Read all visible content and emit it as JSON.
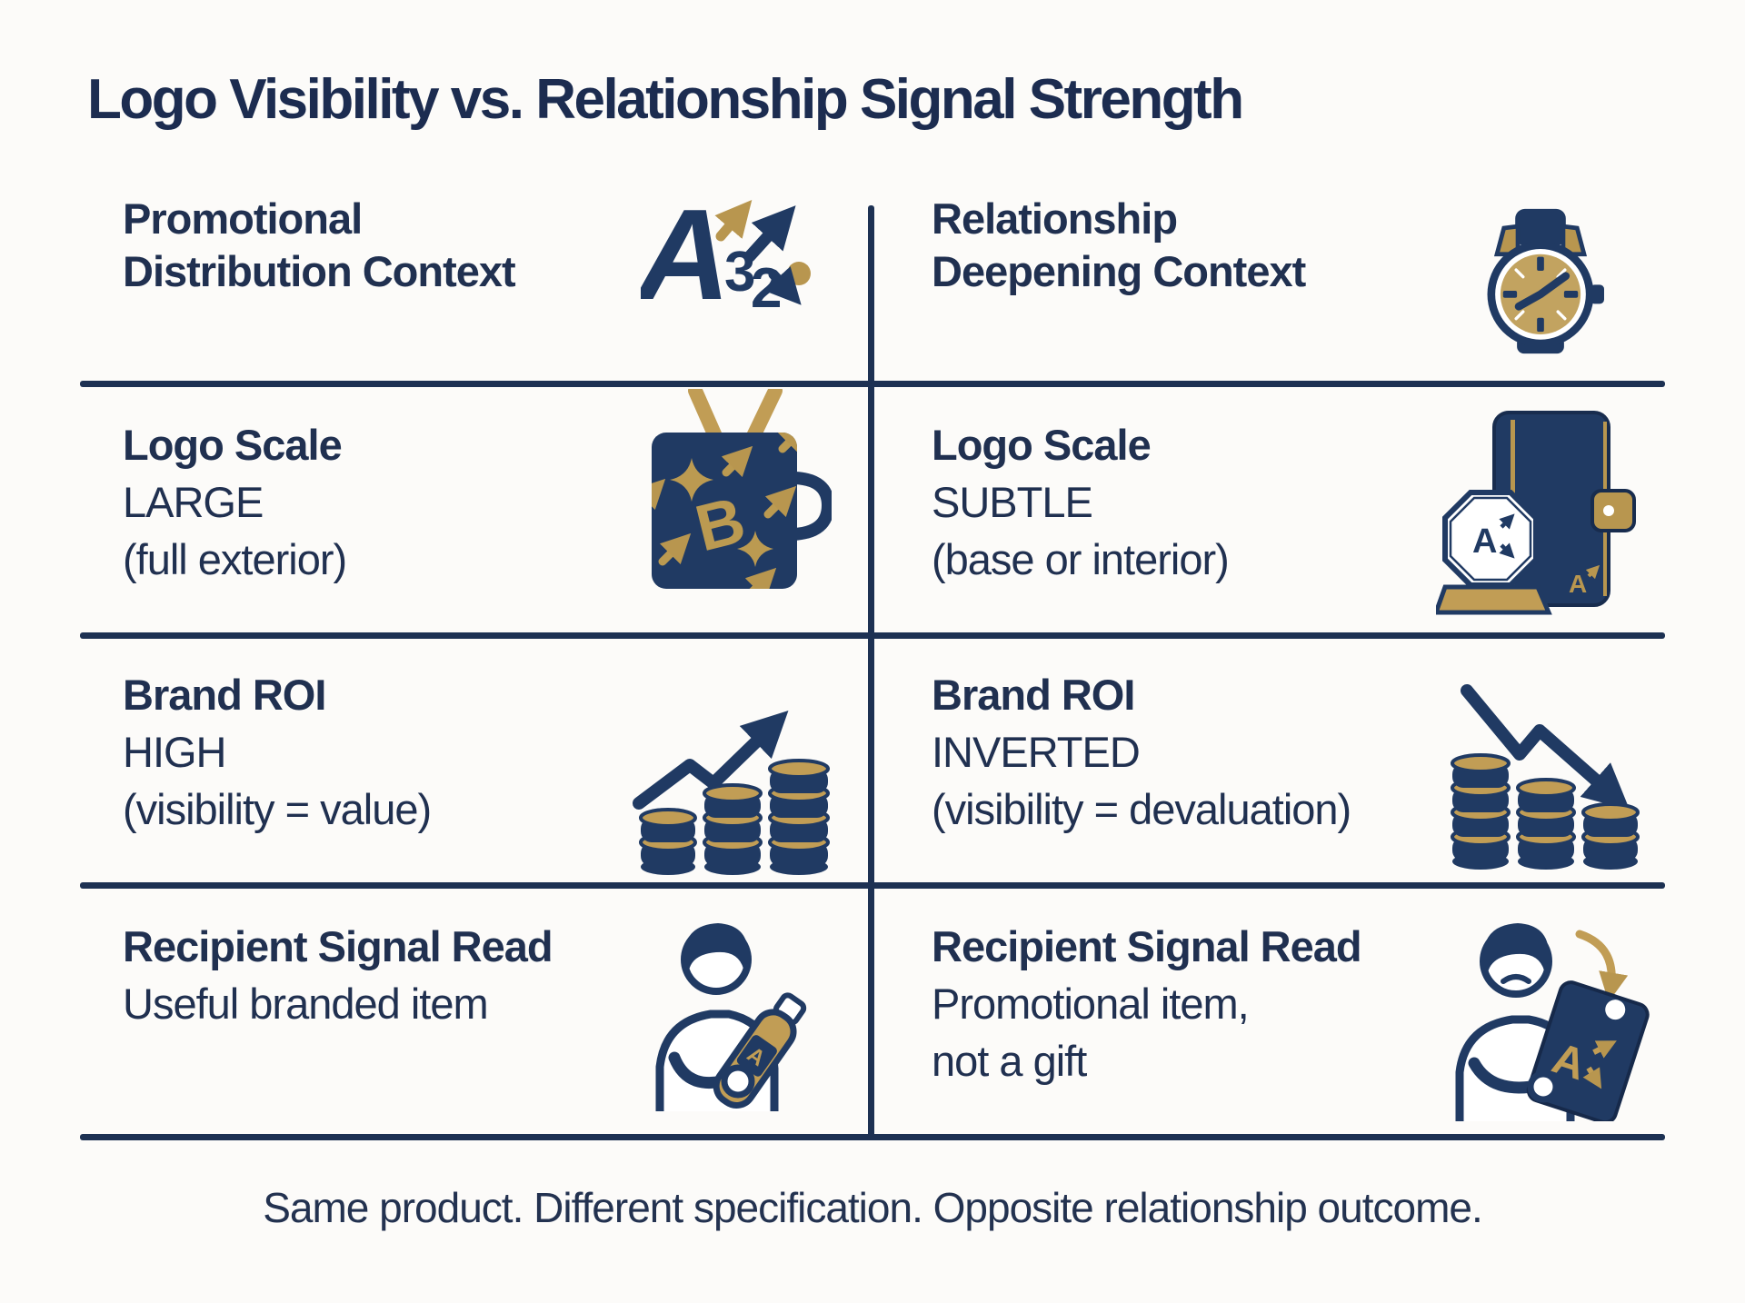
{
  "title": "Logo Visibility vs. Relationship Signal Strength",
  "footer": "Same product. Different specification. Opposite relationship outcome.",
  "colors": {
    "navy_text": "#203050",
    "navy_icon": "#203a63",
    "gold": "#b8964f",
    "background": "#fcfbf9"
  },
  "glyphs": {
    "brand_letter": "A",
    "digit1": "3",
    "digit2": "2",
    "mug_letter": "B"
  },
  "headers": {
    "left": {
      "line1": "Promotional",
      "line2": "Distribution Context",
      "icon": "brand-logo-arrows-icon"
    },
    "right": {
      "line1": "Relationship",
      "line2": "Deepening Context",
      "icon": "wristwatch-icon"
    }
  },
  "rows": [
    {
      "left": {
        "heading": "Logo Scale",
        "value": "LARGE",
        "note": "(full exterior)",
        "icon": "branded-mug-icon"
      },
      "right": {
        "heading": "Logo Scale",
        "value": "SUBTLE",
        "note": "(base or interior)",
        "icon": "wallet-gift-seal-icon"
      }
    },
    {
      "left": {
        "heading": "Brand ROI",
        "value": "HIGH",
        "note": "(visibility = value)",
        "icon": "rising-chart-coins-icon"
      },
      "right": {
        "heading": "Brand ROI",
        "value": "INVERTED",
        "note": "(visibility = devaluation)",
        "icon": "falling-chart-coins-icon"
      }
    },
    {
      "left": {
        "heading": "Recipient Signal Read",
        "value": "Useful branded item",
        "note": "",
        "icon": "person-holding-bottle-icon"
      },
      "right": {
        "heading": "Recipient Signal Read",
        "value": "Promotional item,",
        "note": "not a gift",
        "icon": "person-clipboard-icon"
      }
    }
  ]
}
